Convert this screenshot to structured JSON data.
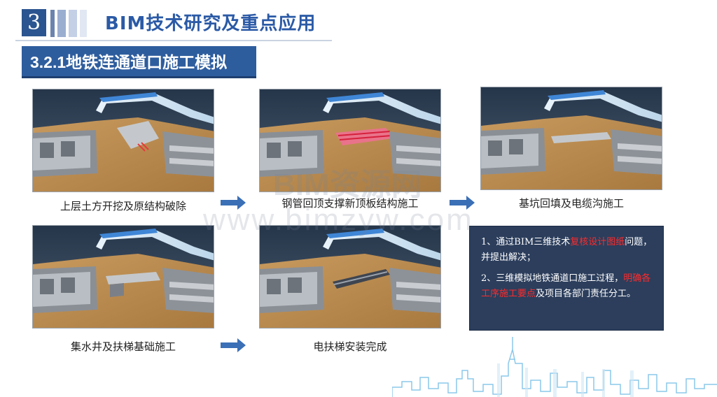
{
  "header": {
    "section_number": "3",
    "title": "BIM技术研究及重点应用",
    "subtitle": "3.2.1地铁连通道口施工模拟"
  },
  "steps": [
    {
      "caption": "上层土方开挖及原结构破除"
    },
    {
      "caption": "钢管回顶支撑新顶板结构施工"
    },
    {
      "caption": "基坑回填及电缆沟施工"
    },
    {
      "caption": "集水井及扶梯基础施工"
    },
    {
      "caption": "电扶梯安装完成"
    }
  ],
  "notes": {
    "item1_prefix": "1、通过BIM三维技术",
    "item1_highlight": "复核设计图纸",
    "item1_suffix": "问题，并提出解决；",
    "item2_prefix": "2、三维模拟地铁通道口施工过程，",
    "item2_highlight": "明确各工序施工要点",
    "item2_suffix": "及项目各部门责任分工。"
  },
  "watermark": {
    "line1": "BIM资源网",
    "line2": "www.bimzyw.com"
  },
  "colors": {
    "brand_blue": "#2b5590",
    "title_blue": "#2b5aa6",
    "note_bg": "#2c3e5c",
    "highlight_red": "#ff2b2b",
    "arrow_blue": "#3b6fb6"
  }
}
